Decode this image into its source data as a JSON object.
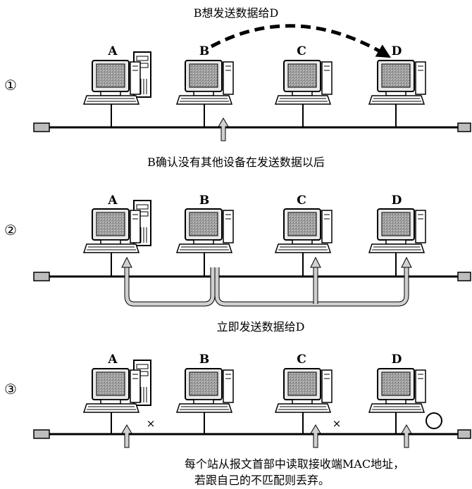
{
  "steps": [
    {
      "number": "①",
      "top_caption": "B想发送数据给D",
      "bottom_caption": "B确认没有其他设备在发送数据以后",
      "computers": [
        "A",
        "B",
        "C",
        "D"
      ]
    },
    {
      "number": "②",
      "bottom_caption": "立即发送数据给D",
      "computers": [
        "A",
        "B",
        "C",
        "D"
      ]
    },
    {
      "number": "③",
      "bottom_caption_line1": "每个站从报文首部中读取接收端MAC地址，",
      "bottom_caption_line2": "若跟自己的不匹配则丢弃。",
      "computers": [
        "A",
        "B",
        "C",
        "D"
      ],
      "reject_marks": [
        "×",
        "×"
      ]
    }
  ],
  "colors": {
    "bus": "#000000",
    "arrow_fill": "#c8c8c8",
    "screen": "#9a9a9a",
    "terminator": "#bdbdbd"
  }
}
